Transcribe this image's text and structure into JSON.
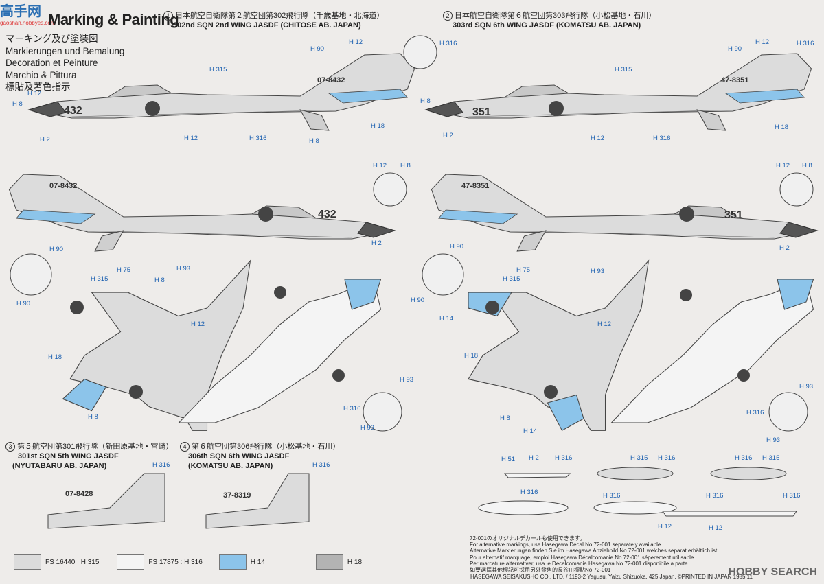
{
  "watermark": {
    "main": "高手网",
    "sub": "gaoshan.hobbyes.com"
  },
  "title": "Marking & Painting",
  "langs": [
    "マーキング及び塗装図",
    "Markierungen und Bemalung",
    "Decoration et Peinture",
    "Marchio & Pittura",
    "標貼及著色指示"
  ],
  "schemes": [
    {
      "num": "1",
      "jp": "日本航空自衛隊第２航空団第302飛行隊（千歳基地・北海道）",
      "en": "302nd SQN 2nd WING JASDF (CHITOSE AB. JAPAN)",
      "tail": "07-8432",
      "nose": "432"
    },
    {
      "num": "2",
      "jp": "日本航空自衛隊第６航空団第303飛行隊（小松基地・石川）",
      "en": "303rd SQN 6th WING JASDF (KOMATSU AB. JAPAN)",
      "tail": "47-8351",
      "nose": "351"
    },
    {
      "num": "3",
      "jp": "第５航空団第301飛行隊（新田原基地・宮崎）",
      "en1": "301st SQN 5th WING JASDF",
      "en2": "(NYUTABARU AB. JAPAN)",
      "tail": "07-8428"
    },
    {
      "num": "4",
      "jp": "第６航空団第306飛行隊（小松基地・石川）",
      "en1": "306th SQN 6th WING JASDF",
      "en2": "(KOMATSU AB. JAPAN)",
      "tail": "37-8319"
    }
  ],
  "hcodes": {
    "h2": "H 2",
    "h8": "H 8",
    "h12": "H 12",
    "h14": "H 14",
    "h18": "H 18",
    "h51": "H 51",
    "h75": "H 75",
    "h90": "H 90",
    "h93": "H 93",
    "h315": "H 315",
    "h316": "H 316"
  },
  "legend": [
    {
      "code": "FS 16440 : H 315",
      "color": "#dcdcdc"
    },
    {
      "code": "FS 17875 : H 316",
      "color": "#f4f4f4"
    },
    {
      "code": "H 14",
      "color": "#8cc4ea"
    },
    {
      "code": "H 18",
      "color": "#b3b3b3"
    }
  ],
  "notes": [
    "72-001のオリジナルデカールも使用できます。",
    "For alternative markings, use Hasegawa Decal No.72-001 separately available.",
    "Alternative Markierungen finden Sie im Hasegawa Abziehbild No.72-001 welches separat erhältlich ist.",
    "Pour alternatif marquage, emploi Hasegawa Décalcomanie No.72-001 séperement utilisable.",
    "Per marcature alternativer, usa le Decalcomania Hasegawa No.72-001 disponibile a parte.",
    "如要選擇其他標記可採用另外發售的長谷川標貼No.72-001"
  ],
  "footer": "HASEGAWA SEISAKUSHO CO., LTD. / 1193-2 Yagusu, Yaizu Shizuoka. 425 Japan. ©PRINTED IN JAPAN 1985.11",
  "brand": "HOBBY SEARCH",
  "colors": {
    "blue": "#8cc4ea",
    "grey": "#d8d8d8",
    "dark": "#555555",
    "code": "#1a5fb0"
  }
}
